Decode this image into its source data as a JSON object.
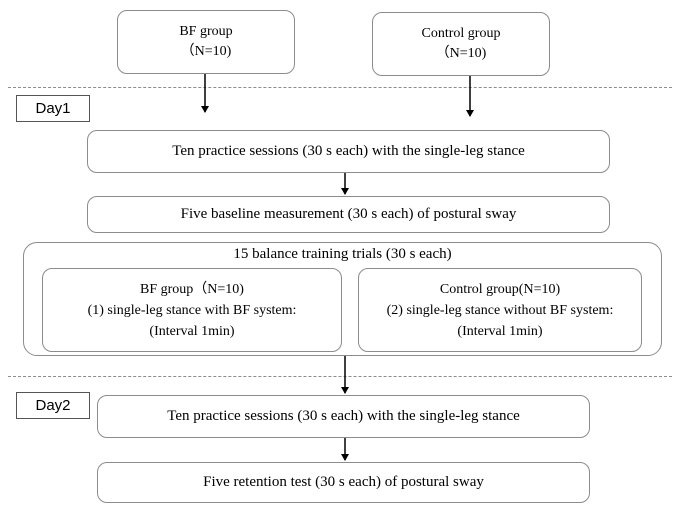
{
  "groups": {
    "bf": {
      "name": "BF group",
      "n": "（N=10)"
    },
    "control": {
      "name": "Control group",
      "n": "（N=10)"
    }
  },
  "day1": {
    "label": "Day1",
    "practice": "Ten practice sessions (30 s each) with the single-leg stance",
    "baseline": "Five baseline measurement (30 s each) of postural sway",
    "training": {
      "title": "15 balance training trials (30 s each)",
      "bf": {
        "header": "BF group（N=10)",
        "desc": "(1) single-leg stance with BF system:",
        "interval": "(Interval 1min)"
      },
      "control": {
        "header": "Control group(N=10)",
        "desc": "(2) single-leg stance without BF system:",
        "interval": "(Interval 1min)"
      }
    }
  },
  "day2": {
    "label": "Day2",
    "practice": "Ten practice sessions (30 s each) with the single-leg stance",
    "retention": "Five retention test (30 s each) of postural sway"
  },
  "colors": {
    "border": "#8c8c8c",
    "arrow": "#000000",
    "dashed": "#8c8c8c"
  }
}
